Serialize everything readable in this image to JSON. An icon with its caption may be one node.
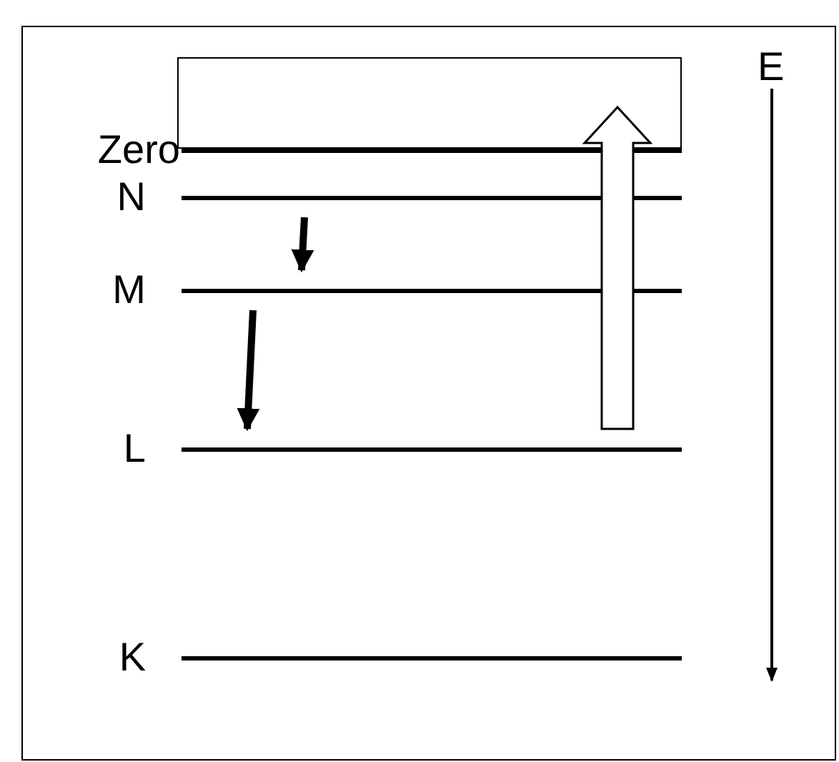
{
  "diagram": {
    "nodes": [
      {
        "text": [],
        "shape": "box"
      },
      {
        "text": [
          "Zero"
        ]
      },
      {
        "text": [
          "N"
        ]
      },
      {
        "text": [
          "M"
        ]
      },
      {
        "text": [
          "L"
        ]
      },
      {
        "text": [
          "K"
        ]
      }
    ],
    "edges": [
      {
        "from": 2,
        "to": 3,
        "arrow": "to"
      },
      {
        "from": 3,
        "to": 4,
        "arrow": "to"
      },
      {
        "from": 4,
        "to": 0,
        "arrow": "to",
        "style": "thick"
      }
    ],
    "labels": [
      "E"
    ]
  }
}
